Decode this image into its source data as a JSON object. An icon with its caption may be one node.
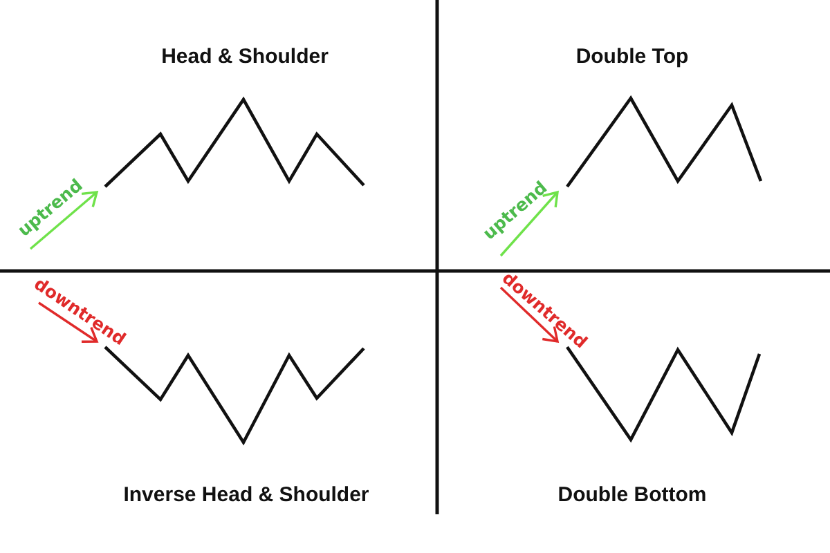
{
  "diagram": {
    "labels": [
      "Head & Shoulder",
      "Double Top",
      "uptrend",
      "uptrend",
      "downtrend",
      "downtrend",
      "Inverse Head & Shoulder",
      "Double Bottom"
    ]
  }
}
